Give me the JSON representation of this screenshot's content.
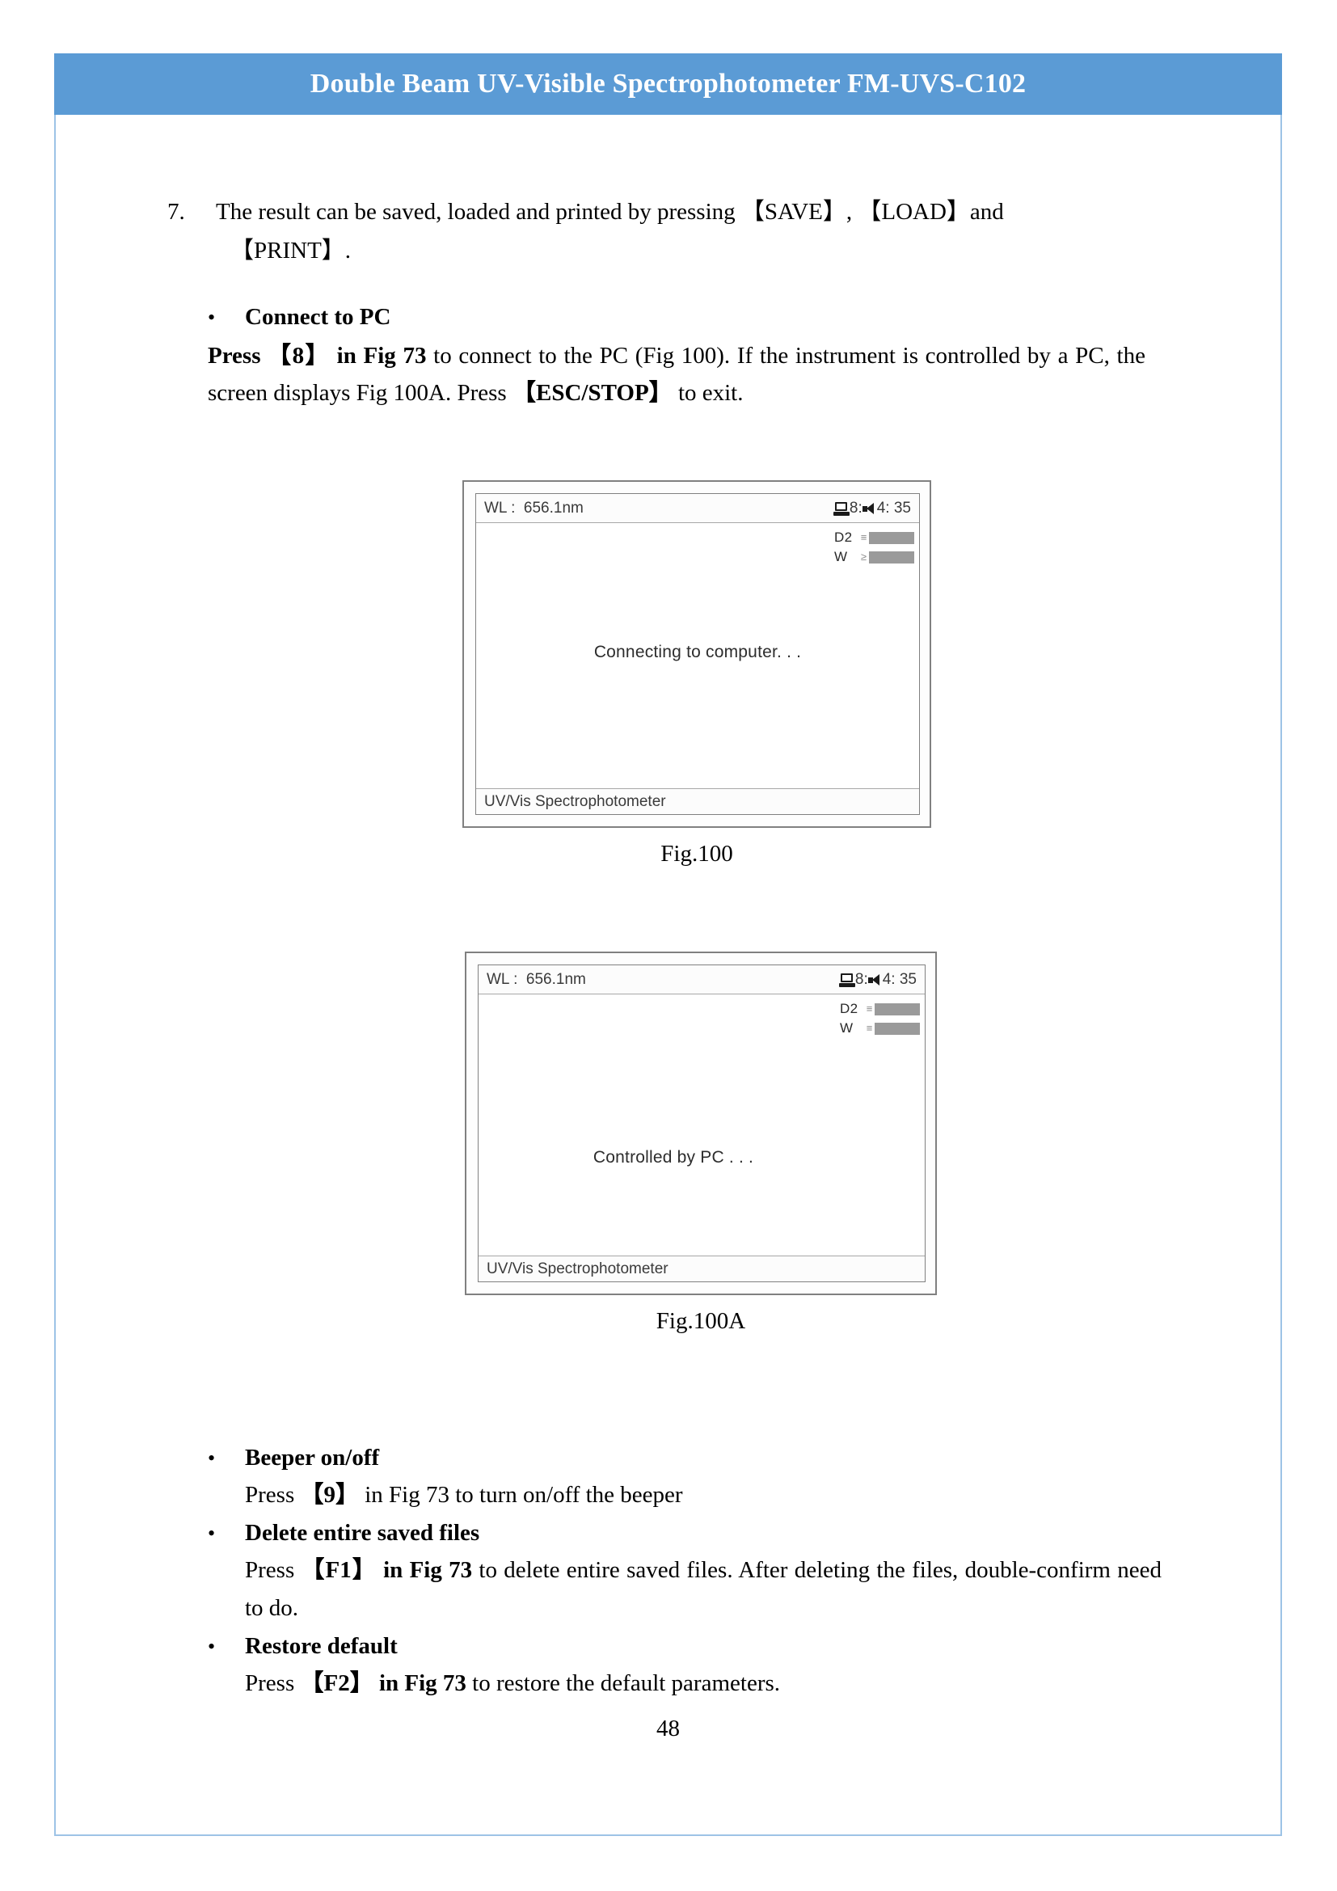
{
  "header": {
    "title": "Double Beam UV-Visible Spectrophotometer FM-UVS-C102",
    "accent_color": "#5B9BD5",
    "border_color": "#9DC3E6"
  },
  "item7": {
    "number": "7.",
    "line1": "The result can be saved, loaded and printed by pressing 【SAVE】, 【LOAD】and",
    "line2": "【PRINT】."
  },
  "connect_section": {
    "bullet": "•",
    "heading": "Connect to PC",
    "paragraph_part1": "Press 【8】 in Fig 73",
    "paragraph_part2": " to connect to the PC (Fig 100). If the instrument is controlled by a PC, the screen displays Fig 100A. Press ",
    "paragraph_part3": "【ESC/STOP】",
    "paragraph_part4": " to exit."
  },
  "figure_100": {
    "caption": "Fig.100",
    "screen": {
      "wl_label": "WL :",
      "wl_value": "656.1nm",
      "monitor_icon": "monitor-icon",
      "clock_part1": "8:",
      "speaker_icon": "speaker-icon",
      "clock_part2": "4: 35",
      "lamps": [
        {
          "label": "D2",
          "glyph": "≡",
          "level": "100"
        },
        {
          "label": "W",
          "glyph": "≥",
          "level": "100"
        }
      ],
      "message": "Connecting to computer. . .",
      "footer": "UV/Vis Spectrophotometer"
    }
  },
  "figure_100a": {
    "caption": "Fig.100A",
    "screen": {
      "wl_label": "WL :",
      "wl_value": "656.1nm",
      "monitor_icon": "monitor-icon",
      "clock_part1": "8:",
      "speaker_icon": "speaker-icon",
      "clock_part2": "4: 35",
      "lamps": [
        {
          "label": "D2",
          "glyph": "≡",
          "level": "100"
        },
        {
          "label": "W",
          "glyph": "≡",
          "level": "100"
        }
      ],
      "message": "Controlled by PC . . .",
      "footer": "UV/Vis Spectrophotometer"
    }
  },
  "bottom_bullets": [
    {
      "bullet": "•",
      "heading": "Beeper on/off",
      "text_plain1": "Press ",
      "text_bold": "【9】",
      "text_plain2": " in Fig 73 to turn on/off the beeper"
    },
    {
      "bullet": "•",
      "heading": "Delete entire saved files",
      "text_plain1": "Press ",
      "text_bold": "【F1】 in Fig 73",
      "text_plain2": " to delete entire saved files. After deleting the files, double-confirm need to do."
    },
    {
      "bullet": "•",
      "heading": "Restore default",
      "text_plain1": "Press ",
      "text_bold": "【F2】 in Fig 73",
      "text_plain2": " to restore the default parameters."
    }
  ],
  "page_number": "48"
}
